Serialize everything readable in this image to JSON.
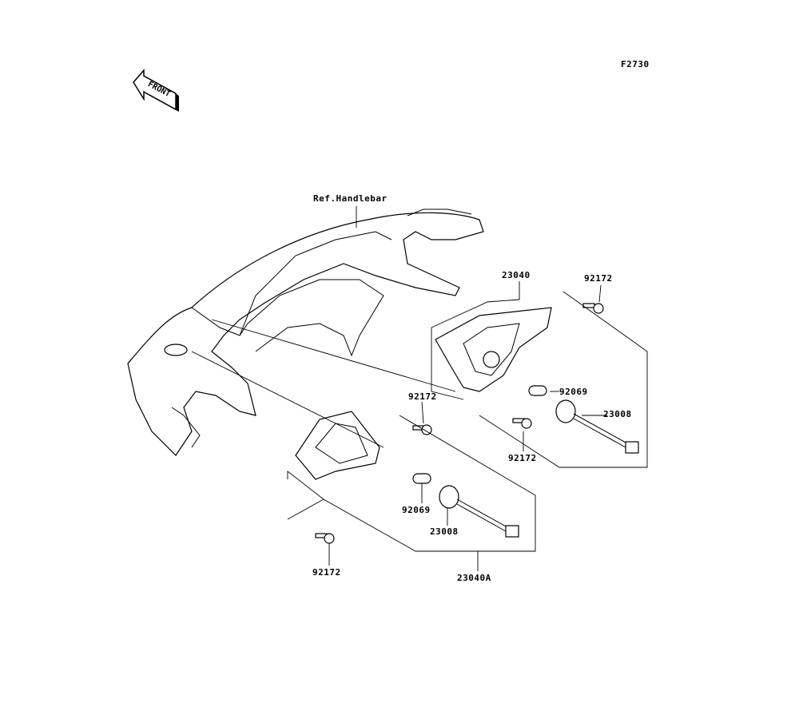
{
  "figure_id": "F2730",
  "front_arrow": {
    "text": "FRONT",
    "icon": "front-arrow-icon"
  },
  "labels": {
    "ref_handlebar": "Ref.Handlebar",
    "right_lamp": "23040",
    "left_lamp": "23040A",
    "screw_top_right": "92172",
    "screw_mid_right": "92172",
    "screw_mid_left": "92172",
    "screw_bottom_left": "92172",
    "bulb_right": "92069",
    "bulb_left": "92069",
    "socket_right": "23008",
    "socket_left": "23008"
  }
}
